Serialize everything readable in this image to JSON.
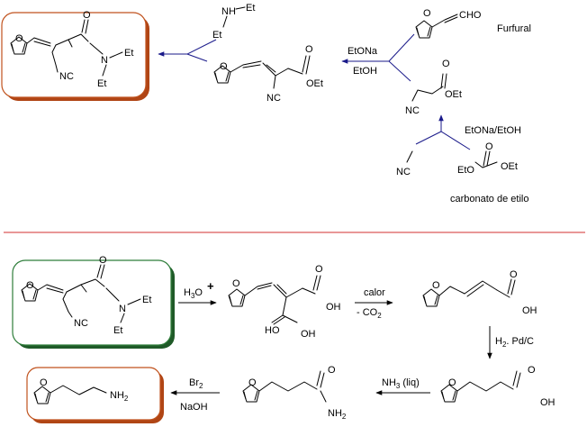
{
  "colors": {
    "box_orange": "#c0521d",
    "box_orange_shadow": "#b04515",
    "box_green": "#2e7d3a",
    "box_green_shadow": "#1f5a28",
    "separator": "#d32f2f",
    "arrow_blue": "#1a1a8a"
  },
  "labels": {
    "NH": "NH",
    "Et": "Et",
    "N": "N",
    "O": "O",
    "CN": "CN",
    "NC": "NC",
    "OEt": "OEt",
    "EtO": "EtO",
    "OH": "OH",
    "HO": "HO",
    "CHO": "CHO",
    "NH2": "NH",
    "two": "2"
  },
  "part1": {
    "reagent_etona": "EtONa",
    "reagent_etoh": "EtOH",
    "reagent_base": "EtONa/EtOH",
    "furfural": "Furfural",
    "carbonate_caption": "carbonato de   etilo"
  },
  "part2": {
    "h3o": "H",
    "h3o_sub": "3",
    "h3o_tail": "O",
    "plus": "+",
    "calor": "calor",
    "minus_co2": "- CO",
    "co2_sub": "2",
    "h2": "H",
    "h2_sub": "2",
    "pd_c": ". Pd/C",
    "nh3": "NH",
    "nh3_sub": "3",
    "nh3_tail": " (liq)",
    "br2": "Br",
    "br2_sub": "2",
    "naoh": "NaOH"
  }
}
